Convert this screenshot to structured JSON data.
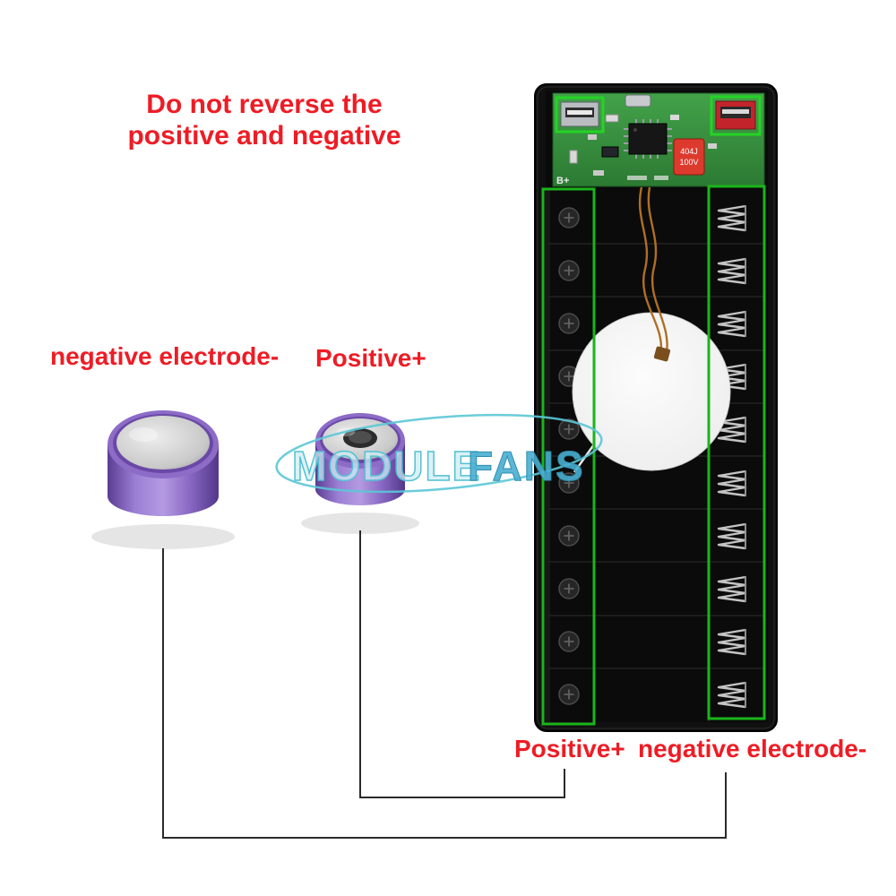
{
  "annotations": {
    "warning": {
      "line1": "Do not reverse the",
      "line2": "positive and negative"
    },
    "battery_labels": {
      "negative_top": "negative electrode-",
      "positive_top": "Positive+",
      "positive_bottom": "Positive+",
      "negative_bottom": "negative electrode-"
    }
  },
  "watermark": {
    "part1": "MODULE",
    "part2": "FANS"
  },
  "pcb": {
    "marking": "B+",
    "capacitor_line1": "404J",
    "capacitor_line2": "100V"
  },
  "colors": {
    "annotation_red": "#ee1c25",
    "highlight_green": "#1ab51a",
    "watermark_teal": "#55c4d5",
    "battery_purple": "#8a68c8",
    "pcb_green": "#3a9040",
    "case_black": "#101010",
    "leader_line": "#2a2a2a"
  }
}
